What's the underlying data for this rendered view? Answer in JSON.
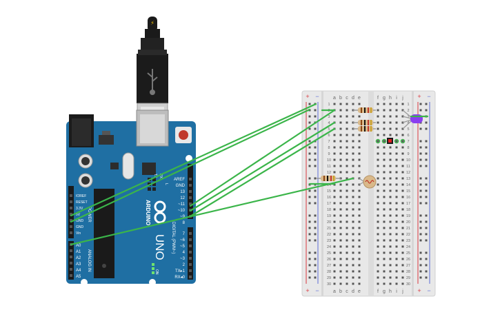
{
  "usb": {
    "bolt_symbol": "⚡"
  },
  "arduino": {
    "brand": "ARDUINO",
    "model": "UNO",
    "on_label": "ON",
    "power_header_title": "POWER",
    "analog_header_title": "ANALOG IN",
    "digital_header_title": "DIGITAL (PWM~)",
    "led_labels": [
      "L",
      "TX",
      "RX"
    ],
    "power_pins": [
      "IOREF",
      "RESET",
      "3.3V",
      "5V",
      "GND",
      "GND",
      "Vin"
    ],
    "analog_pins": [
      "A0",
      "A1",
      "A2",
      "A3",
      "A4",
      "A5"
    ],
    "digital_top_pins": [
      "AREF",
      "GND",
      "13",
      "12",
      "~11",
      "~10",
      "~9",
      "8"
    ],
    "digital_bottom_pins": [
      "7",
      "~6",
      "~5",
      "4",
      "~3",
      "2",
      "TX▸1",
      "RX◂0"
    ]
  },
  "breadboard": {
    "rail_plus": "+",
    "rail_minus": "−",
    "columns_left": [
      "a",
      "b",
      "c",
      "d",
      "e"
    ],
    "columns_right": [
      "f",
      "g",
      "h",
      "i",
      "j"
    ],
    "row_numbers": [
      "1",
      "2",
      "3",
      "4",
      "5",
      "6",
      "7",
      "8",
      "9",
      "10",
      "11",
      "12",
      "13",
      "14",
      "15",
      "16",
      "17",
      "18",
      "19",
      "20",
      "21",
      "22",
      "23",
      "24",
      "25",
      "26",
      "27",
      "28",
      "29",
      "30"
    ]
  },
  "colors": {
    "board": "#1f6fa3",
    "wire": "#3bb54a",
    "breadboard": "#e8e8e8",
    "rail_red": "#d9363e",
    "rail_blue": "#5b6bd6",
    "led_purple": "#8a3ff0",
    "resistor_body": "#d9b98a"
  }
}
